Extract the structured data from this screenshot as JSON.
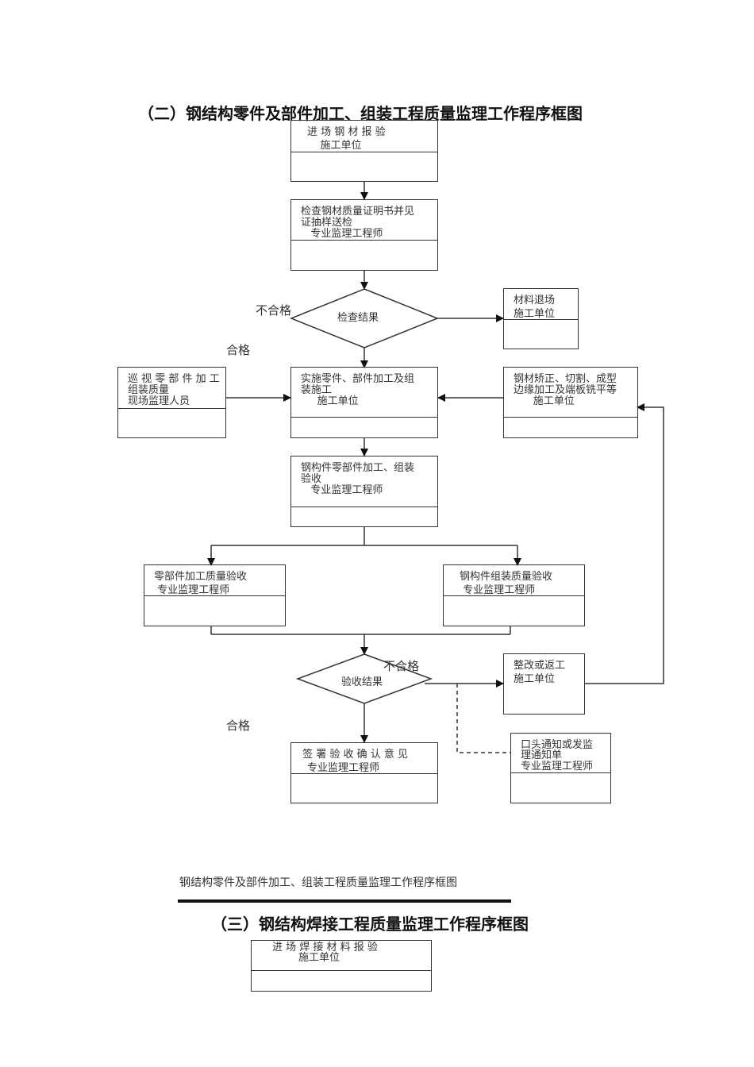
{
  "titles": {
    "section2": "（二）钢结构零件及部件加工、组装工程质量监理工作程序框图",
    "section3": "（三）钢结构焊接工程质量监理工作程序框图",
    "caption": "钢结构零件及部件加工、组装工程质量监理工作程序框图"
  },
  "nodes": {
    "incoming_steel": {
      "lines": [
        "进 场 钢 材 报 验",
        "    施工单位"
      ]
    },
    "check_certificates": {
      "lines": [
        "检查钢材质量证明书并见",
        "证抽样送检",
        "   专业监理工程师"
      ]
    },
    "check_result": {
      "label": "检查结果"
    },
    "material_return": {
      "lines": [
        "材料退场",
        "施工单位"
      ]
    },
    "patrol_inspection": {
      "lines": [
        "巡 视 零 部 件 加 工",
        "组装质量",
        "现场监理人员"
      ]
    },
    "implement_processing": {
      "lines": [
        "实施零件、部件加工及组",
        "装施工",
        "     施工单位"
      ]
    },
    "steel_correction": {
      "lines": [
        "钢材矫正、切割、成型",
        "边缘加工及端板铣平等",
        "      施工单位"
      ]
    },
    "component_acceptance": {
      "lines": [
        "钢构件零部件加工、组装",
        "验收",
        "   专业监理工程师"
      ]
    },
    "part_quality_acceptance": {
      "lines": [
        "零部件加工质量验收",
        " 专业监理工程师"
      ]
    },
    "assembly_quality_acceptance": {
      "lines": [
        "钢构件组装质量验收",
        " 专业监理工程师"
      ]
    },
    "acceptance_result": {
      "label": "验收结果"
    },
    "rectify_rework": {
      "lines": [
        "整改或返工",
        "施工单位"
      ]
    },
    "sign_opinion": {
      "lines": [
        " 签 署 验 收 确 认 意 见",
        "专业监理工程师"
      ]
    },
    "verbal_notice": {
      "lines": [
        "口头通知或发监",
        "理通知单",
        "专业监理工程师"
      ]
    },
    "incoming_welding_material": {
      "lines": [
        "进 场 焊 接 材 料 报 验",
        "        施工单位"
      ]
    }
  },
  "edge_labels": {
    "fail_1": "不合格",
    "pass_1": "合格",
    "fail_2": "不合格",
    "pass_2": "合格"
  }
}
